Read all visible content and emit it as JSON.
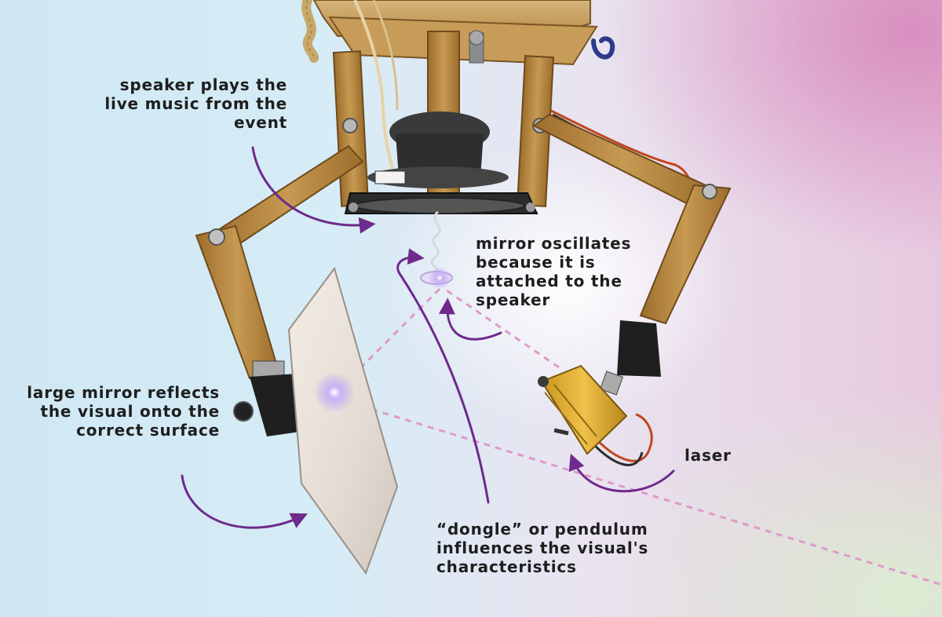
{
  "labels": {
    "speaker": "speaker plays the\nlive music from the\nevent",
    "mirror_oscillates": "mirror oscillates\nbecause it is\nattached to the\nspeaker",
    "large_mirror": "large mirror reflects\nthe visual onto the\ncorrect surface",
    "laser": "laser",
    "dongle": "“dongle” or pendulum\ninfluences the visual's\ncharacteristics"
  },
  "colors": {
    "arrow": "#6e2a8c",
    "laser_beam": "#e09ac8",
    "wood": "#b8893f"
  }
}
